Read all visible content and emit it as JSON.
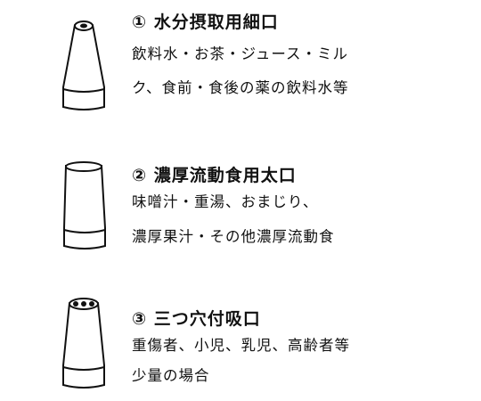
{
  "items": [
    {
      "title": "① 水分摂取用細口",
      "lines": [
        "飲料水・お茶・ジュース・ミル",
        "ク、食前・食後の薬の飲料水等"
      ],
      "icon": "narrow-spout-nozzle-icon"
    },
    {
      "title": "② 濃厚流動食用太口",
      "lines": [
        "味噌汁・重湯、おまじり、",
        "濃厚果汁・その他濃厚流動食"
      ],
      "icon": "wide-spout-nozzle-icon"
    },
    {
      "title": "③ 三つ穴付吸口",
      "lines": [
        "重傷者、小児、乳児、高齢者等",
        "少量の場合"
      ],
      "icon": "three-hole-spout-nozzle-icon"
    }
  ],
  "colors": {
    "stroke": "#111111",
    "background": "#ffffff"
  }
}
